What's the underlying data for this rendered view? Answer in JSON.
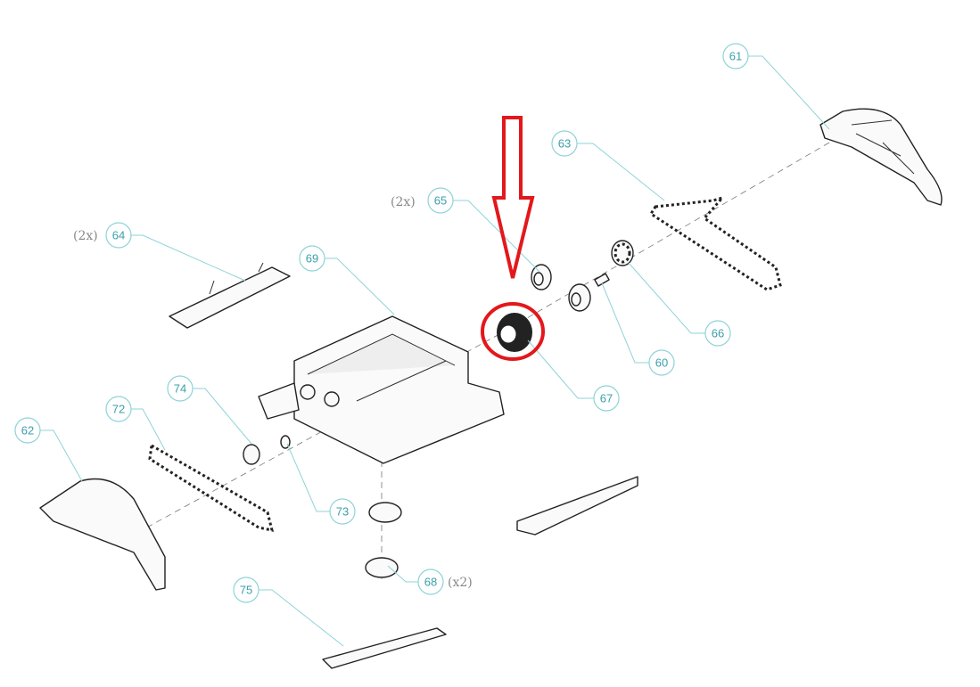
{
  "diagram": {
    "callouts": [
      {
        "id": "61",
        "label": "61"
      },
      {
        "id": "63",
        "label": "63"
      },
      {
        "id": "65",
        "label": "65",
        "qty": "(2x)"
      },
      {
        "id": "64",
        "label": "64",
        "qty": "(2x)"
      },
      {
        "id": "69",
        "label": "69"
      },
      {
        "id": "66",
        "label": "66"
      },
      {
        "id": "60",
        "label": "60"
      },
      {
        "id": "67",
        "label": "67"
      },
      {
        "id": "74",
        "label": "74"
      },
      {
        "id": "72",
        "label": "72"
      },
      {
        "id": "62",
        "label": "62"
      },
      {
        "id": "73",
        "label": "73"
      },
      {
        "id": "68",
        "label": "68",
        "qty": "(x2)"
      },
      {
        "id": "75",
        "label": "75"
      }
    ],
    "highlight": {
      "part": "67",
      "color": "#e3181c"
    }
  }
}
